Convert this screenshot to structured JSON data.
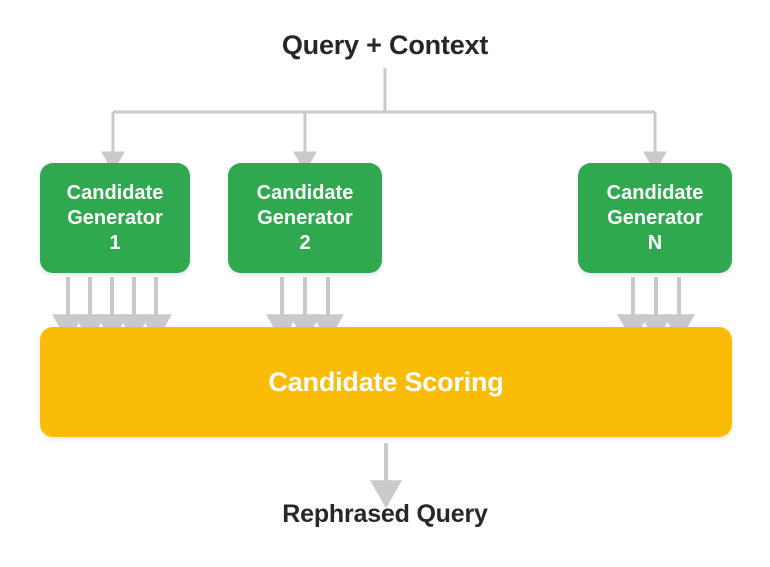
{
  "diagram": {
    "title": "Query + Context",
    "output": "Rephrased Query",
    "scoring": {
      "label": "Candidate Scoring",
      "color": "#fbbc05",
      "text_color": "#ffffff"
    },
    "generators": [
      {
        "line1": "Candidate",
        "line2": "Generator",
        "line3": "1",
        "color": "#2fa84f",
        "text_color": "#ffffff",
        "arrow_count": 5
      },
      {
        "line1": "Candidate",
        "line2": "Generator",
        "line3": "2",
        "color": "#2fa84f",
        "text_color": "#ffffff",
        "arrow_count": 3
      },
      {
        "line1": "Candidate",
        "line2": "Generator",
        "line3": "N",
        "color": "#2fa84f",
        "text_color": "#ffffff",
        "arrow_count": 3
      }
    ],
    "connector_color": "#c8cacc",
    "background_color": "#ffffff",
    "text_color": "#26262b"
  }
}
